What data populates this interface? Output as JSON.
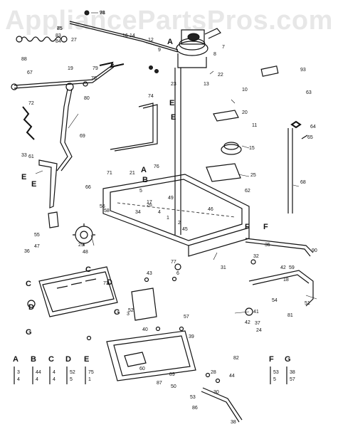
{
  "watermark": "AppliancePartsPros.com",
  "callouts": [
    "91",
    "85",
    "83",
    "84",
    "27",
    "88",
    "19",
    "79",
    "16",
    "14",
    "12",
    "9",
    "7",
    "8",
    "69",
    "67",
    "22",
    "93",
    "72",
    "80",
    "10",
    "13",
    "20",
    "21",
    "71",
    "70",
    "23",
    "66",
    "11",
    "62",
    "74",
    "61",
    "15",
    "25",
    "63",
    "64",
    "65",
    "68",
    "33",
    "55",
    "36",
    "58",
    "49",
    "5",
    "17",
    "4",
    "1",
    "2",
    "45",
    "46",
    "47",
    "48",
    "52",
    "56",
    "29",
    "32",
    "31",
    "76",
    "34",
    "26",
    "35",
    "59",
    "54",
    "77",
    "73",
    "3",
    "43",
    "6",
    "57",
    "39",
    "40",
    "87",
    "50",
    "53",
    "86",
    "60",
    "89",
    "82",
    "28",
    "38",
    "30",
    "42",
    "41",
    "37",
    "24",
    "51",
    "81",
    "18",
    "90",
    "42",
    "44",
    "78",
    "75"
  ],
  "letters": [
    "A",
    "B",
    "C",
    "D",
    "E",
    "F",
    "G"
  ],
  "legend": {
    "A": [
      "3",
      "4"
    ],
    "B": [
      "44",
      "4"
    ],
    "C": [
      "4",
      "4"
    ],
    "D": [
      "52",
      "5"
    ],
    "E": [
      "75",
      "1"
    ],
    "F": [
      "53",
      "5"
    ],
    "G": [
      "38",
      "57"
    ]
  }
}
